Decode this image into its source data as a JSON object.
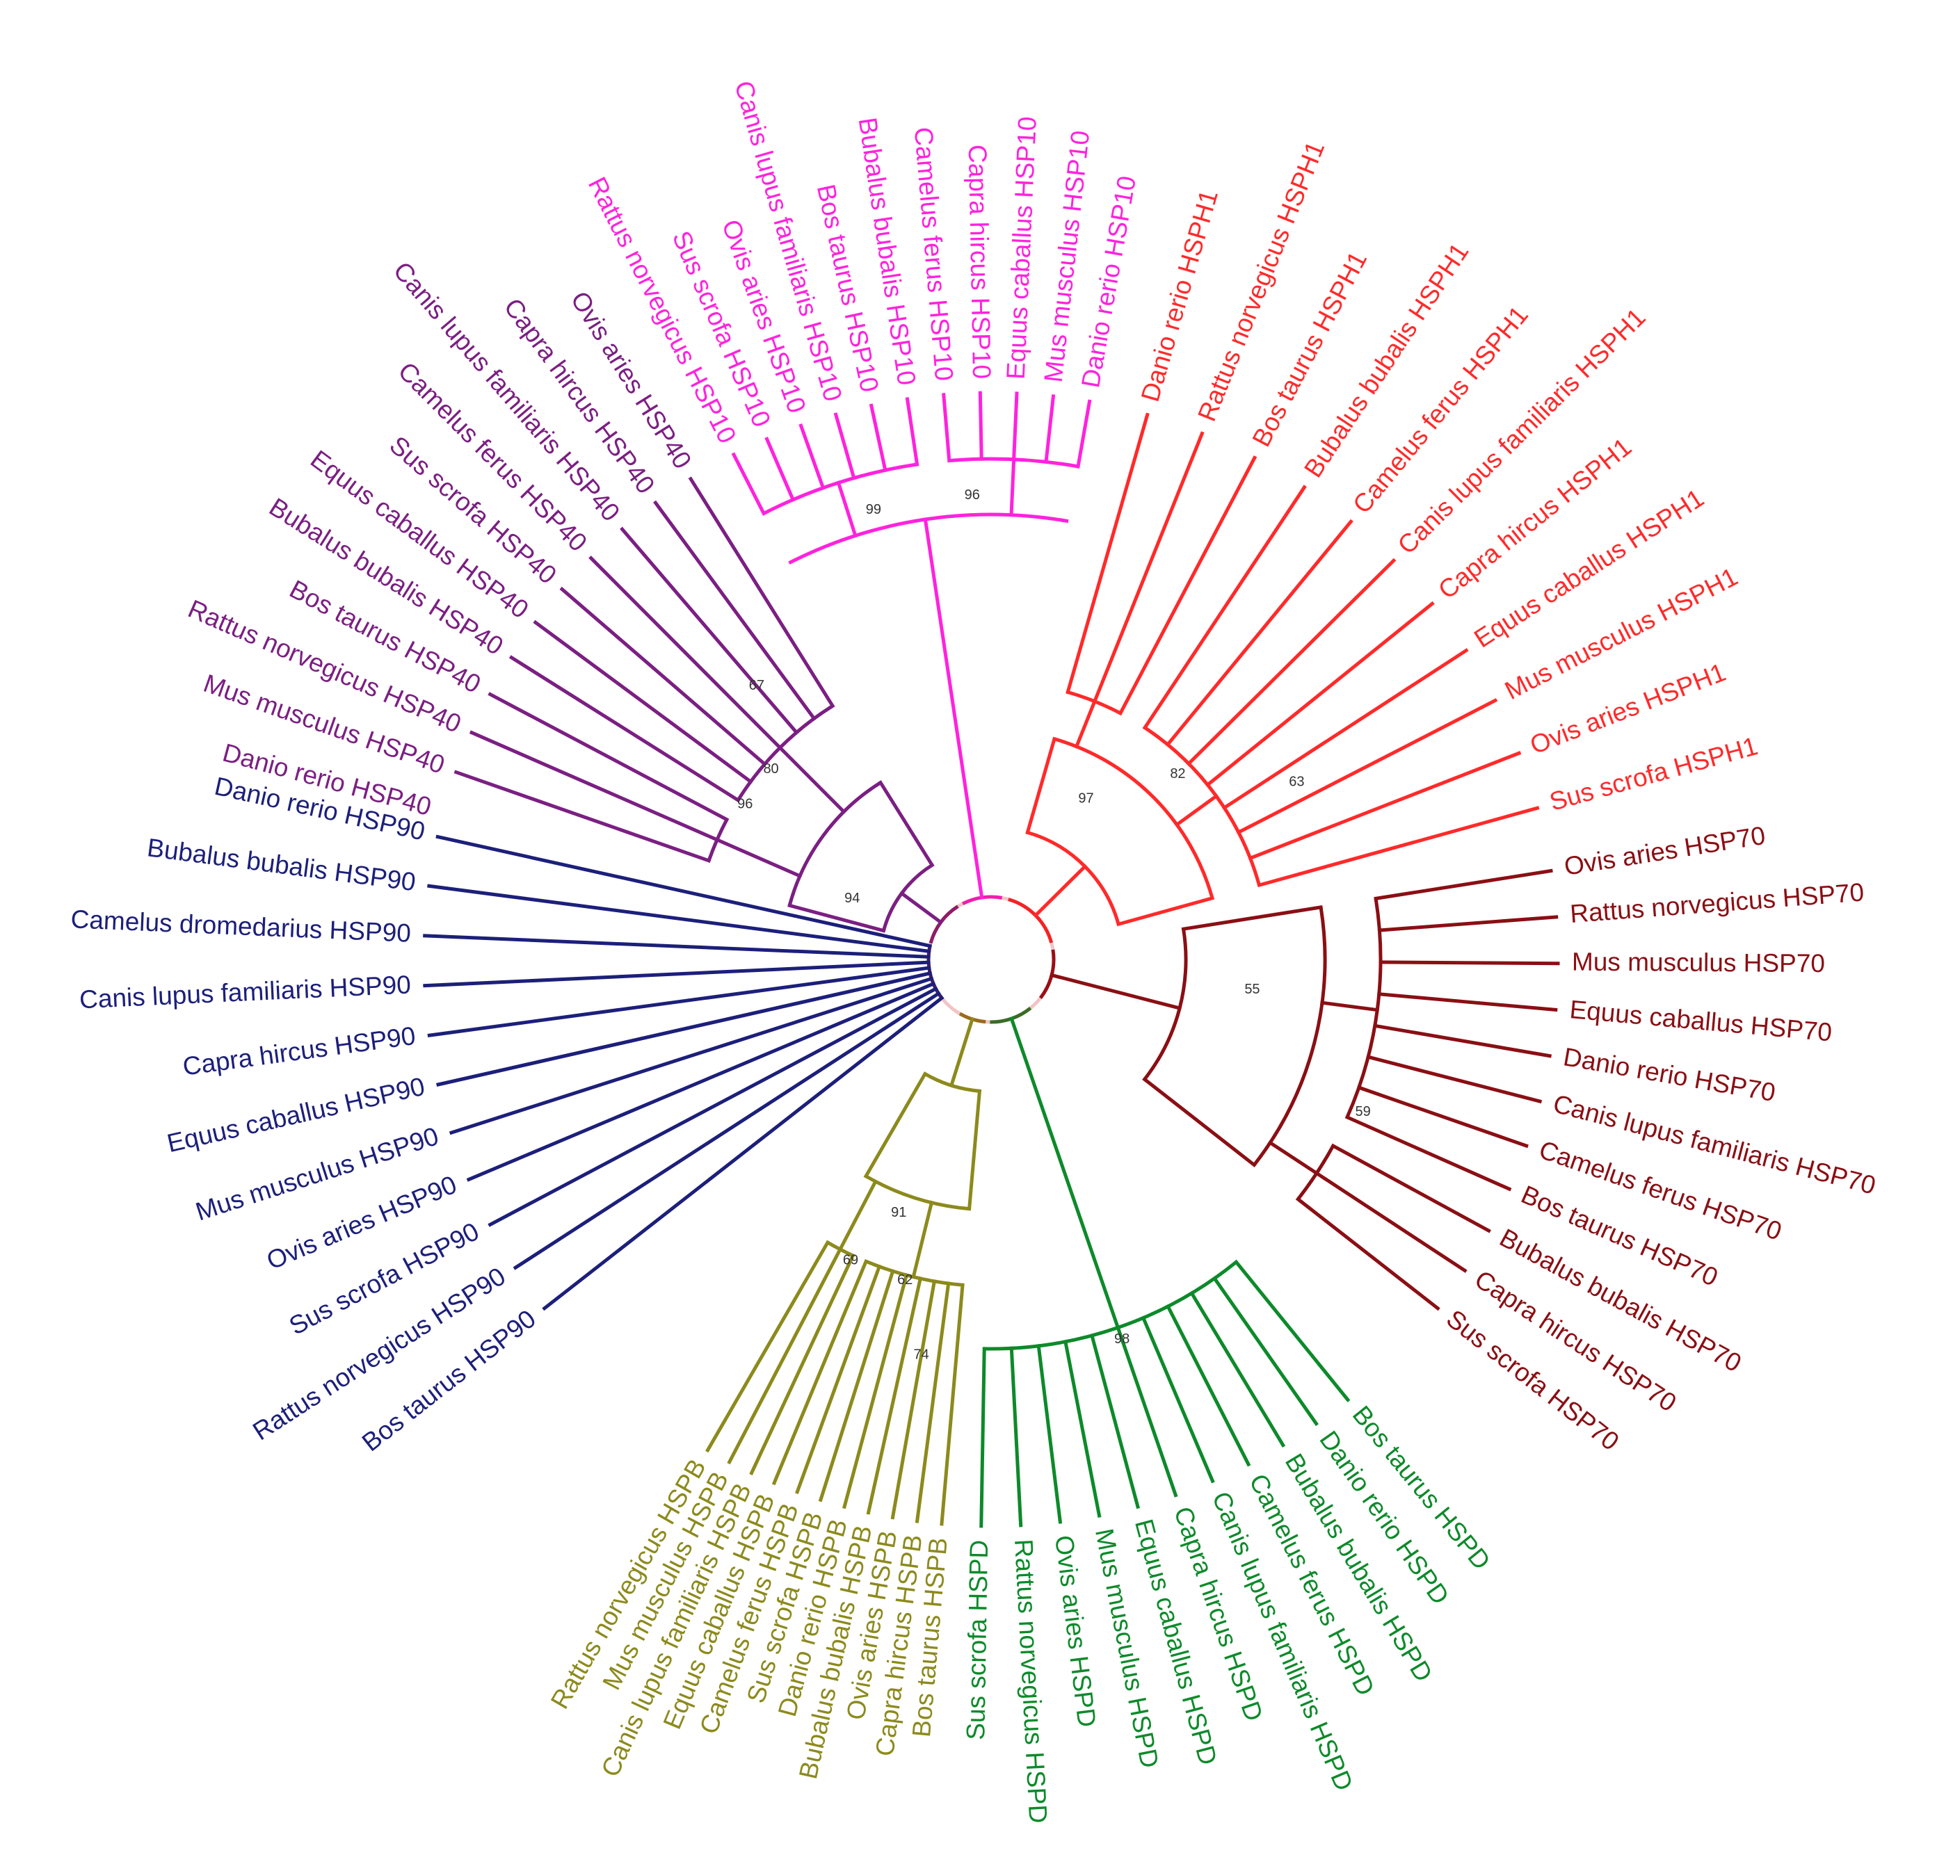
{
  "clades": [
    {
      "name": "HSPH1",
      "color": "#ff2a2a",
      "bootstrap": [
        "63",
        "82",
        "97"
      ],
      "taxa": [
        "Sus scrofa HSPH1",
        "Ovis aries HSPH1",
        "Mus musculus HSPH1",
        "Equus caballus HSPH1",
        "Capra hircus HSPH1",
        "Canis lupus familiaris HSPH1",
        "Camelus ferus HSPH1",
        "Bubalus bubalis HSPH1",
        "Bos taurus HSPH1",
        "Rattus norvegicus HSPH1",
        "Danio rerio HSPH1"
      ]
    },
    {
      "name": "HSP10",
      "color": "#ff22dd",
      "bootstrap": [
        "96",
        "99"
      ],
      "taxa": [
        "Danio rerio HSP10",
        "Mus musculus HSP10",
        "Equus caballus HSP10",
        "Capra hircus HSP10",
        "Camelus ferus HSP10",
        "Bubalus bubalis HSP10",
        "Bos taurus HSP10",
        "Canis lupus familiaris HSP10",
        "Ovis aries HSP10",
        "Sus scrofa HSP10",
        "Rattus norvegicus HSP10"
      ]
    },
    {
      "name": "HSP40",
      "color": "#7b1f82",
      "bootstrap": [
        "67",
        "80",
        "96",
        "94"
      ],
      "taxa": [
        "Ovis aries HSP40",
        "Capra hircus HSP40",
        "Canis lupus familiaris HSP40",
        "Camelus ferus HSP40",
        "Sus scrofa HSP40",
        "Equus caballus HSP40",
        "Bubalus bubalis HSP40",
        "Bos taurus HSP40",
        "Rattus norvegicus HSP40",
        "Mus musculus HSP40",
        "Danio rerio HSP40"
      ]
    },
    {
      "name": "HSP90",
      "color": "#1c1f7a",
      "bootstrap": [],
      "taxa": [
        "Danio rerio HSP90",
        "Bubalus bubalis HSP90",
        "Camelus dromedarius HSP90",
        "Canis lupus familiaris HSP90",
        "Capra hircus HSP90",
        "Equus caballus HSP90",
        "Mus musculus HSP90",
        "Ovis aries HSP90",
        "Sus scrofa HSP90",
        "Rattus norvegicus HSP90",
        "Bos taurus HSP90"
      ]
    },
    {
      "name": "HSPB",
      "color": "#8c8a1c",
      "bootstrap": [
        "69",
        "91",
        "62",
        "74"
      ],
      "taxa": [
        "Rattus norvegicus HSPB",
        "Mus musculus HSPB",
        "Canis lupus familiaris HSPB",
        "Equus caballus HSPB",
        "Camelus ferus HSPB",
        "Sus scrofa HSPB",
        "Danio rerio HSPB",
        "Bubalus bubalis HSPB",
        "Ovis aries HSPB",
        "Capra hircus HSPB",
        "Bos taurus HSPB"
      ]
    },
    {
      "name": "HSPD",
      "color": "#0d8a2a",
      "bootstrap": [
        "98"
      ],
      "taxa": [
        "Sus scrofa HSPD",
        "Rattus norvegicus HSPD",
        "Ovis aries HSPD",
        "Mus musculus HSPD",
        "Equus caballus HSPD",
        "Capra hircus HSPD",
        "Canis lupus familiaris HSPD",
        "Camelus ferus HSPD",
        "Bubalus bubalis HSPD",
        "Danio rerio HSPD",
        "Bos taurus HSPD"
      ]
    },
    {
      "name": "HSP70",
      "color": "#8a0f14",
      "bootstrap": [
        "59",
        "55"
      ],
      "taxa": [
        "Sus scrofa HSP70",
        "Capra hircus HSP70",
        "Bubalus bubalis HSP70",
        "Bos taurus HSP70",
        "Camelus ferus HSP70",
        "Canis lupus familiaris HSP70",
        "Danio rerio HSP70",
        "Equus caballus HSP70",
        "Mus musculus HSP70",
        "Rattus norvegicus HSP70",
        "Ovis aries HSP70"
      ]
    }
  ]
}
